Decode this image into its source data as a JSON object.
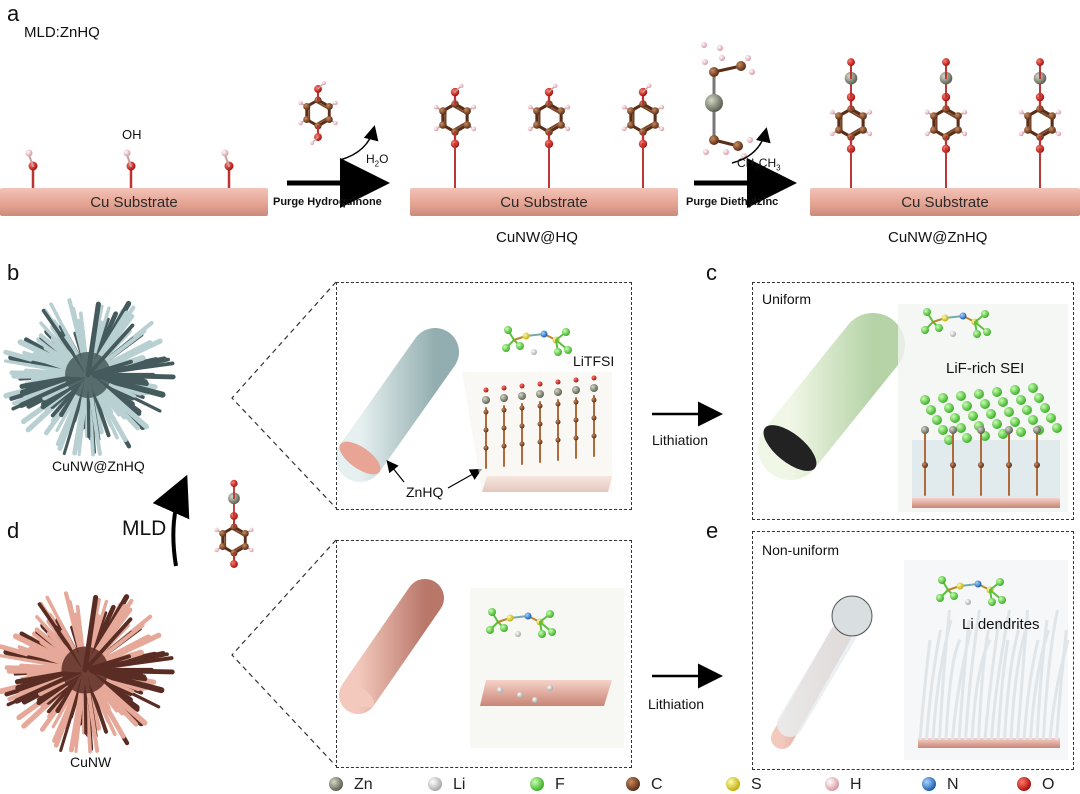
{
  "panels": {
    "a": "a",
    "b": "b",
    "c": "c",
    "d": "d",
    "e": "e"
  },
  "scheme": {
    "title": "MLD:ZnHQ",
    "oh": "OH",
    "h2o": "H",
    "h2o_sub": "2",
    "h2o_tail": "O",
    "ethane": "CH",
    "ethane_sub1": "3",
    "ethane_mid": "CH",
    "ethane_sub2": "3",
    "purge1": "Purge Hydroquinone",
    "purge2": "Purge Diethylzinc",
    "substrate1": "Cu Substrate",
    "substrate2": "Cu Substrate",
    "substrate3": "Cu Substrate",
    "product1": "CuNW@HQ",
    "product2": "CuNW@ZnHQ"
  },
  "lower": {
    "ball_top_label": "CuNW@ZnHQ",
    "ball_bottom_label": "CuNW",
    "mld": "MLD",
    "znhq": "ZnHQ",
    "litfsi": "LiTFSI",
    "lithiation1": "Lithiation",
    "lithiation2": "Lithiation",
    "uniform": "Uniform",
    "nonuniform": "Non-uniform",
    "sei": "LiF-rich SEI",
    "dendrites": "Li dendrites"
  },
  "legend": [
    {
      "symbol": "Zn",
      "color": "#8a8f80"
    },
    {
      "symbol": "Li",
      "color": "#e8e8e8"
    },
    {
      "symbol": "F",
      "color": "#7de85a"
    },
    {
      "symbol": "C",
      "color": "#7a4426"
    },
    {
      "symbol": "S",
      "color": "#f2e02a"
    },
    {
      "symbol": "H",
      "color": "#f3c6cf"
    },
    {
      "symbol": "N",
      "color": "#3f8ee0"
    },
    {
      "symbol": "O",
      "color": "#e0241c"
    }
  ],
  "colors": {
    "copper": "#e4a190",
    "zn_coat": "#a9c4c5",
    "carbon": "#7a4426",
    "oxygen": "#e0241c",
    "zinc": "#8a8f80",
    "hydrogen": "#f3c6cf"
  }
}
